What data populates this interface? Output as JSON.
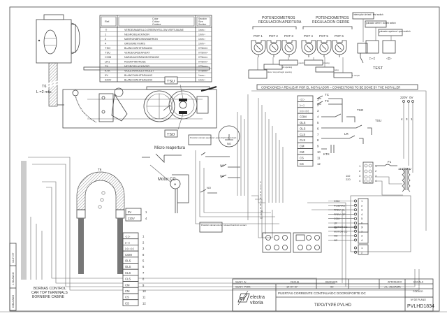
{
  "color_table": {
    "headers": {
      "ref": "Ref.",
      "color": [
        "Color",
        "Colour",
        "Couleur"
      ],
      "section": [
        "Sección",
        "Size",
        "Section"
      ]
    },
    "rows": [
      {
        "ref": "⏚",
        "color": "VERDE/AMARILLO-GREEN/YELLOW-VERT/JAUNE",
        "section": "1mm ²"
      },
      {
        "ref": "1",
        "color": "NEGRO/BLACK/NOIR",
        "section": "1mm ²"
      },
      {
        "ref": "2",
        "color": "MARRON/BROWN/MARRON",
        "section": "1mm ²"
      },
      {
        "ref": "4",
        "color": "GRIS/GREY/GRIS",
        "section": "1mm ²"
      },
      {
        "ref": "TSO",
        "color": "BLANCO/WHITE/BLANC",
        "section": "0'75mm ²"
      },
      {
        "ref": "TSU",
        "color": "VERDE/GREEN/VERT",
        "section": "0'75mm ²"
      },
      {
        "ref": "COM",
        "color": "NARANJA/ORANGE/ORANGE",
        "section": "0'75mm ²"
      },
      {
        "ref": "LR1",
        "color": "ROSA/PINK/ROSE",
        "section": "0'75mm ²"
      },
      {
        "ref": "TK",
        "color": "NEGRO/BLACK/NOIR",
        "section": "0'75mm ²"
      },
      {
        "ref": "KTK",
        "color": "VIOLETA/VIOLET/VIOLET",
        "section": "0'75mm ²"
      },
      {
        "ref": "0V",
        "color": "BLANCO/WHITE/BLANC",
        "section": "1mm ²"
      },
      {
        "ref": "220V",
        "color": "BLANCO/WHITE/BLANC",
        "section": "1mm ²"
      }
    ]
  },
  "cable_label": {
    "name": "T6",
    "length": "L =2 mts."
  },
  "operator_labels": {
    "tsu": "TSU",
    "tso": "TSO",
    "micro": "Micro reapertura"
  },
  "pot_groups": [
    {
      "title": "POTENCIOMETROS",
      "subtitle": "REGULACION APERTURA",
      "pots": [
        "POT 1",
        "POT 2",
        "POT 3"
      ]
    },
    {
      "title": "POTENCIOMETROS",
      "subtitle": "REGULACION CIERRE",
      "pots": [
        "POT 4",
        "POT 5",
        "POT 6"
      ]
    }
  ],
  "pot_notes": [
    "paro en inicio de apertura / stop at begin opening",
    "apertura rápida / Quick opening",
    "apertura lenta / Slow opening",
    "cierre rápido / Quick closing",
    "cierre lento / Slow closing",
    "Par de cierre / Door s. torque"
  ],
  "test": {
    "label": "TEST",
    "switches": [
      {
        "caption": "Interruptor de test / test switch",
        "symbol": ""
      },
      {
        "caption": "pulsador cierre / closed switch",
        "symbol": "▷◁"
      },
      {
        "caption": "pulsador apertura / open switch",
        "symbol": "◁▷"
      }
    ]
  },
  "installer_banner": "CONEXIONES A REALIZAR POR EL INSTALADOR   –   CONNECTIONS TO BE DONE BY THE INSTALLER",
  "terminal_strip": [
    {
      "label": "◁ ▷",
      "num": "1"
    },
    {
      "label": "▷◁",
      "num": "2"
    },
    {
      "label": "▷▷◁◁",
      "num": "3"
    },
    {
      "label": "COM",
      "num": "4"
    },
    {
      "label": "OLS",
      "num": "5"
    },
    {
      "label": "OLS",
      "num": "6"
    },
    {
      "label": "CLS",
      "num": "7"
    },
    {
      "label": "CLS",
      "num": "8"
    },
    {
      "label": "CM",
      "num": "9"
    },
    {
      "label": "CM",
      "num": "10"
    },
    {
      "label": "CS",
      "num": "11"
    },
    {
      "label": "CS",
      "num": "12"
    }
  ],
  "car_top_strip": [
    {
      "label": "◁ ▷",
      "num": "1"
    },
    {
      "label": "▷◁",
      "num": "2"
    },
    {
      "label": "▷▷◁◁",
      "num": "3"
    },
    {
      "label": "COM",
      "num": "8"
    },
    {
      "label": "OLS",
      "num": "5"
    },
    {
      "label": "OLS",
      "num": "6"
    },
    {
      "label": "CLS",
      "num": "7"
    },
    {
      "label": "CLS",
      "num": "8"
    },
    {
      "label": "CM",
      "num": "9"
    },
    {
      "label": "CM",
      "num": "10"
    },
    {
      "label": "CS",
      "num": "11"
    },
    {
      "label": "CS",
      "num": "12"
    }
  ],
  "power_strip": [
    {
      "label": "0V",
      "num": "1"
    },
    {
      "label": "220V",
      "num": "4"
    }
  ],
  "installer_switches": {
    "tc": "TC",
    "tc2": "TC",
    "tso": "TSO",
    "tsu": "TSU",
    "lr": "LR",
    "ktk": "KTK"
  },
  "supply": {
    "labels": [
      "220V",
      "0V"
    ],
    "nums": [
      "4",
      "3",
      "1"
    ]
  },
  "transformer": {
    "fuse": "F1",
    "label": "110/220V",
    "in_labels": [
      "110",
      "220"
    ],
    "pins": [
      "1",
      "2",
      "3",
      "4"
    ]
  },
  "board_connectors": {
    "signals": [
      "COM",
      "PCIERRE",
      "PREV. CL",
      "PREV. OP",
      "COM",
      "LR",
      "TK"
    ],
    "signal_pins": [
      "1",
      "2",
      "3",
      "4",
      "5",
      "6",
      "7"
    ],
    "motor": [
      "MOTOR CC",
      "MOTOR CC",
      "NO",
      "NC"
    ],
    "motor_pins": [
      "1",
      "2",
      "3",
      "4"
    ],
    "extra_pins": [
      "1",
      "2"
    ]
  },
  "motor": {
    "label": "Motor CC",
    "symbol": "M"
  },
  "limit_notes": {
    "open_final": "Posición cámara apertura / open final limit contact",
    "close_final": "Posición cámara cierre / closed final limit contact",
    "no": "NO"
  },
  "trailing": {
    "label": "T6"
  },
  "car_top_caption": [
    "BORNAS CONTROL",
    "CAR TOP TERMINALS",
    "BORNIERE CABINE"
  ],
  "side_block": [
    "DIBUJADO",
    "J. BLANCO",
    "14-07-97"
  ],
  "title_block": {
    "sust_a": "SUST. A:",
    "sust_por": "SUST. POR:",
    "fecha_label": "FECHA",
    "fecha": "14-07-97",
    "revision_label": "REVISION",
    "revision": "00",
    "aprobado_label": "APROBADO",
    "aprobado": "J.L. ALDAMA",
    "escala_label": "ESCALA",
    "codigo_label": "CODIGO",
    "plano_label": "Nº DE PLANO",
    "plano": "PVLHD1834",
    "description": "PUERTAS CORRIENTE CONTINUA/DC DOORS/PORTE DC",
    "type": "TIPO/TYPE PVLHD",
    "brand_line1": "electra",
    "brand_line2": "vitoria",
    "brand_mark": "EV"
  }
}
